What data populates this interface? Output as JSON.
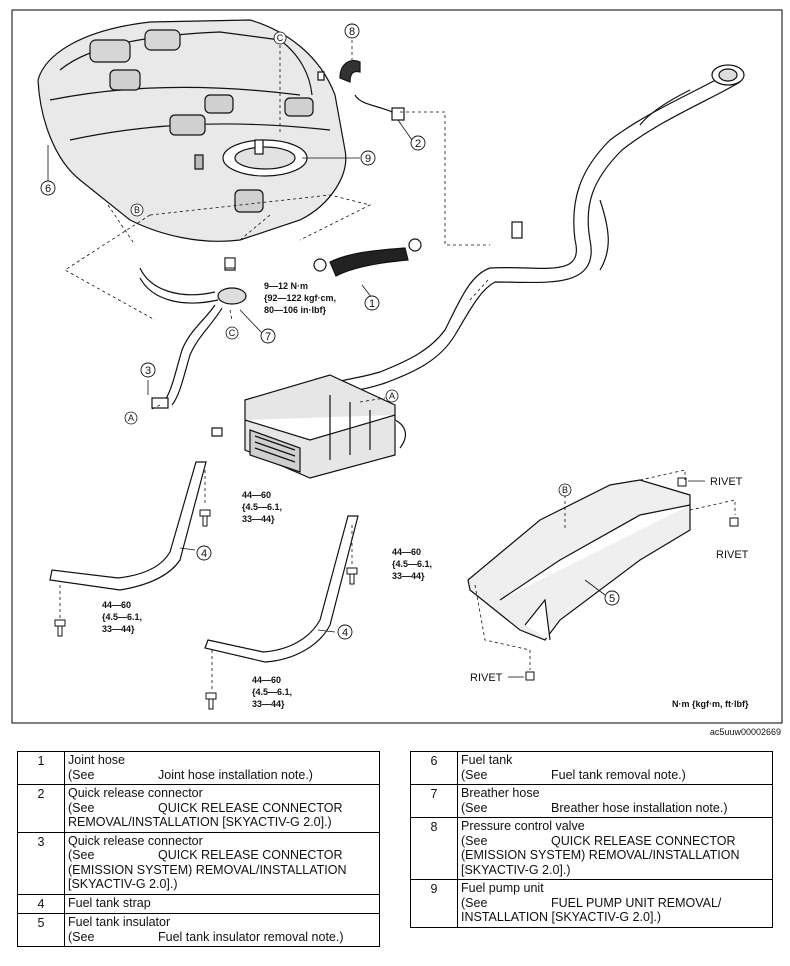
{
  "diagram": {
    "callouts": [
      "1",
      "2",
      "3",
      "4",
      "4",
      "5",
      "6",
      "7",
      "8",
      "9"
    ],
    "letter_labels": [
      "A",
      "A",
      "B",
      "B",
      "C",
      "C"
    ],
    "torque_specs": {
      "spec_9_12": [
        "9—12 N·m",
        "{92—122 kgf·cm,",
        "80—106 in·lbf}"
      ],
      "spec_44_60": [
        "44—60",
        "{4.5—6.1,",
        "33—44}"
      ]
    },
    "rivet_label": "RIVET",
    "units_note": "N·m {kgf·m, ft·lbf}",
    "figure_id": "ac5uuw00002669"
  },
  "parts_left": [
    {
      "num": "1",
      "name": "Joint hose",
      "see_prefix": "(See",
      "ref": [
        "Joint hose installation note.)"
      ]
    },
    {
      "num": "2",
      "name": "Quick release connector",
      "see_prefix": "(See",
      "ref": [
        "QUICK RELEASE CONNECTOR",
        "REMOVAL/INSTALLATION [SKYACTIV-G 2.0].)"
      ]
    },
    {
      "num": "3",
      "name": "Quick release connector",
      "see_prefix": "(See",
      "ref": [
        "QUICK RELEASE CONNECTOR",
        "(EMISSION SYSTEM) REMOVAL/INSTALLATION",
        "[SKYACTIV-G 2.0].)"
      ]
    },
    {
      "num": "4",
      "name": "Fuel tank strap",
      "see_prefix": "",
      "ref": []
    },
    {
      "num": "5",
      "name": "Fuel tank insulator",
      "see_prefix": "(See",
      "ref": [
        "Fuel tank insulator removal note.)"
      ]
    }
  ],
  "parts_right": [
    {
      "num": "6",
      "name": "Fuel tank",
      "see_prefix": "(See",
      "ref": [
        "Fuel tank removal note.)"
      ]
    },
    {
      "num": "7",
      "name": "Breather hose",
      "see_prefix": "(See",
      "ref": [
        "Breather hose installation note.)"
      ]
    },
    {
      "num": "8",
      "name": "Pressure control valve",
      "see_prefix": "(See",
      "ref": [
        "QUICK RELEASE CONNECTOR",
        "(EMISSION SYSTEM) REMOVAL/INSTALLATION",
        "[SKYACTIV-G 2.0].)"
      ]
    },
    {
      "num": "9",
      "name": "Fuel pump unit",
      "see_prefix": "(See",
      "ref": [
        "FUEL PUMP UNIT REMOVAL/",
        "INSTALLATION [SKYACTIV-G 2.0].)"
      ]
    }
  ]
}
